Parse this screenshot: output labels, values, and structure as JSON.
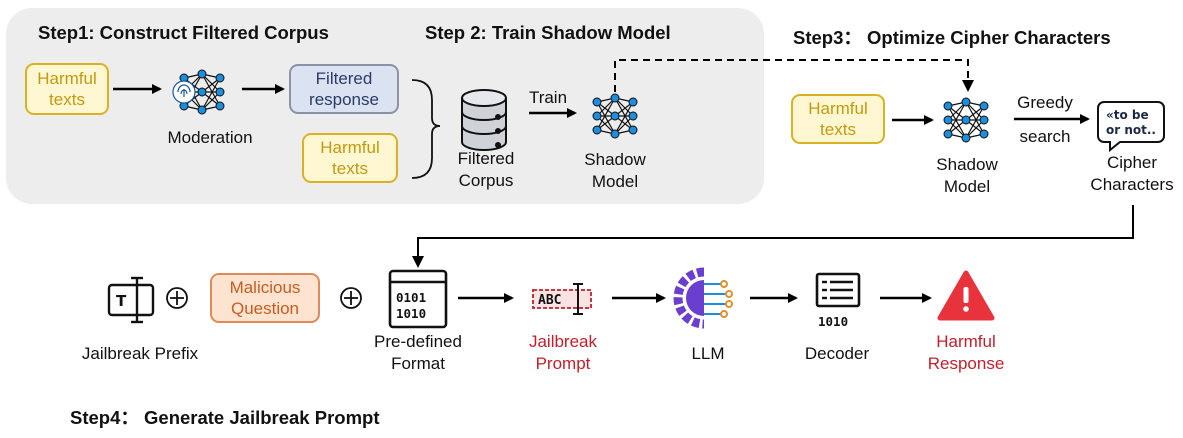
{
  "steps": {
    "step1": "Step1: Construct Filtered Corpus",
    "step2": "Step 2: Train Shadow Model",
    "step3": "Step3： Optimize Cipher Characters",
    "step4": "Step4： Generate Jailbreak Prompt"
  },
  "boxes": {
    "harmful_texts_1": "Harmful texts",
    "filtered_response": "Filtered response",
    "harmful_texts_2": "Harmful texts",
    "harmful_texts_3": "Harmful texts",
    "malicious_question": "Malicious Question"
  },
  "labels": {
    "moderation": "Moderation",
    "train": "Train",
    "filtered_corpus": "Filtered Corpus",
    "shadow_model_1": "Shadow Model",
    "shadow_model_2": "Shadow Model",
    "greedy": "Greedy",
    "search": "search",
    "cipher_characters": "Cipher Characters",
    "jailbreak_prefix": "Jailbreak Prefix",
    "predefined_format": "Pre-defined Format",
    "jailbreak_prompt": "Jailbreak Prompt",
    "llm": "LLM",
    "decoder": "Decoder",
    "harmful_response": "Harmful Response"
  },
  "icon_text": {
    "cipher_bubble": "«to be or not..",
    "binary": "0101 1010",
    "decoder_binary": "1010",
    "abc": "ABC",
    "prefix_t": "T"
  },
  "colors": {
    "yellow_fill": "#fff6d2",
    "yellow_border": "#d8b224",
    "blue_fill": "#dbe3f2",
    "orange_fill": "#fde3d0",
    "red": "#c21f2a",
    "node_blue": "#1a8fe0"
  },
  "icons": [
    "neural-network-fingerprint-icon",
    "database-icon",
    "neural-network-icon",
    "speech-bubble-icon",
    "text-cursor-icon",
    "circle-plus-icon",
    "binary-window-icon",
    "text-selection-icon",
    "ai-chip-icon",
    "decoder-document-icon",
    "warning-triangle-icon"
  ]
}
